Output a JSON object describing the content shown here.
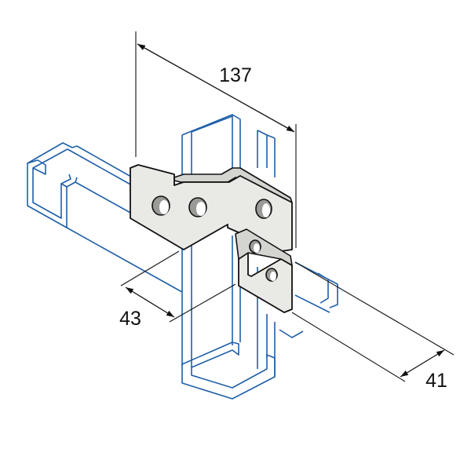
{
  "drawing": {
    "dimensions": [
      {
        "id": "width",
        "label": "137"
      },
      {
        "id": "leg-depth",
        "label": "43"
      },
      {
        "id": "channel-width",
        "label": "41"
      }
    ],
    "colors": {
      "channel": "#1f5fa8",
      "bracket": "#e9e9e6",
      "line": "#111111"
    }
  }
}
